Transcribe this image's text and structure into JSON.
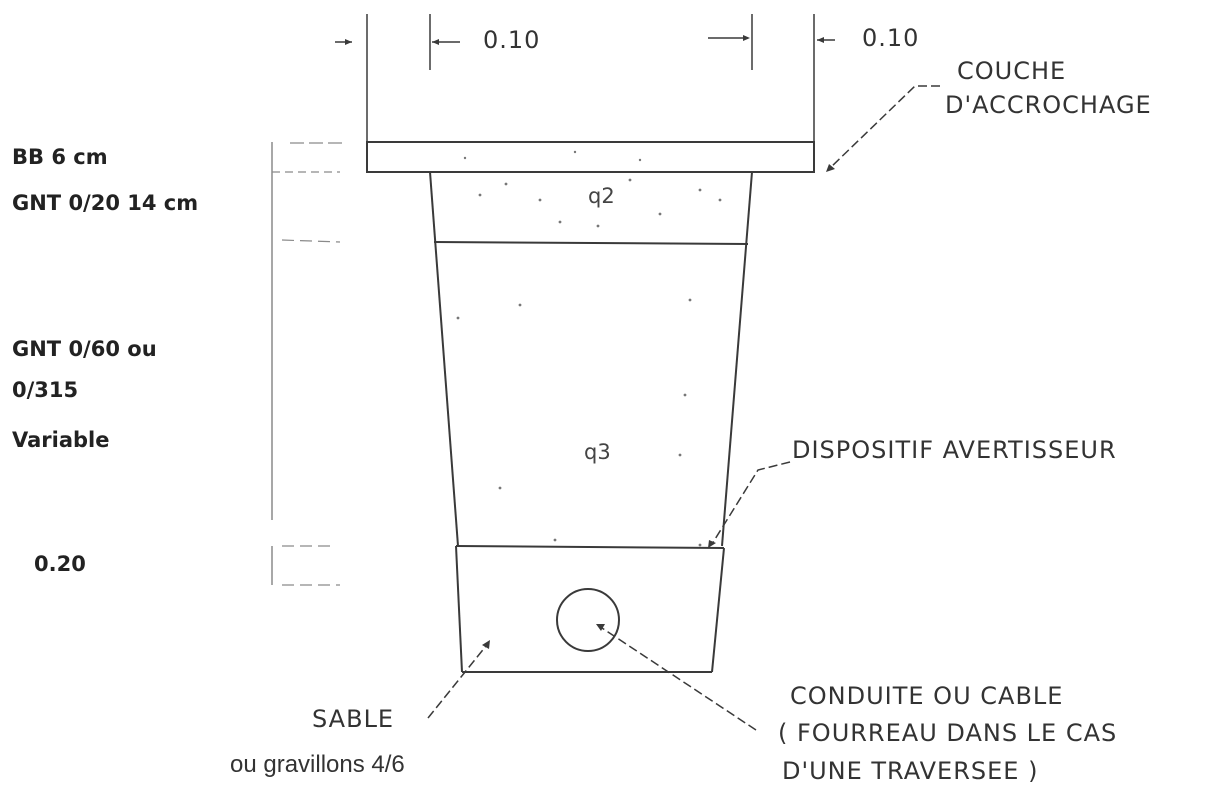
{
  "layers": {
    "bb": "BB 6 cm",
    "gnt_020": "GNT 0/20 14 cm",
    "gnt_060": "GNT 0/60 ou",
    "gnt_0315": "0/315",
    "variable": "Variable",
    "depth_020": "0.20"
  },
  "dimensions": {
    "left_offset": "0.10",
    "right_offset": "0.10"
  },
  "zones": {
    "q2": "q2",
    "q3": "q3"
  },
  "callouts": {
    "couche_line1": "COUCHE",
    "couche_line2": "D'ACCROCHAGE",
    "dispositif": "DISPOSITIF AVERTISSEUR",
    "conduite_line1": "CONDUITE OU CABLE",
    "conduite_line2": "( FOURREAU DANS LE CAS",
    "conduite_line3": "D'UNE TRAVERSEE )",
    "sable": "SABLE",
    "gravillons": "ou gravillons 4/6"
  },
  "colors": {
    "line": "#3a3a3a",
    "faint": "#8a8a8a"
  }
}
